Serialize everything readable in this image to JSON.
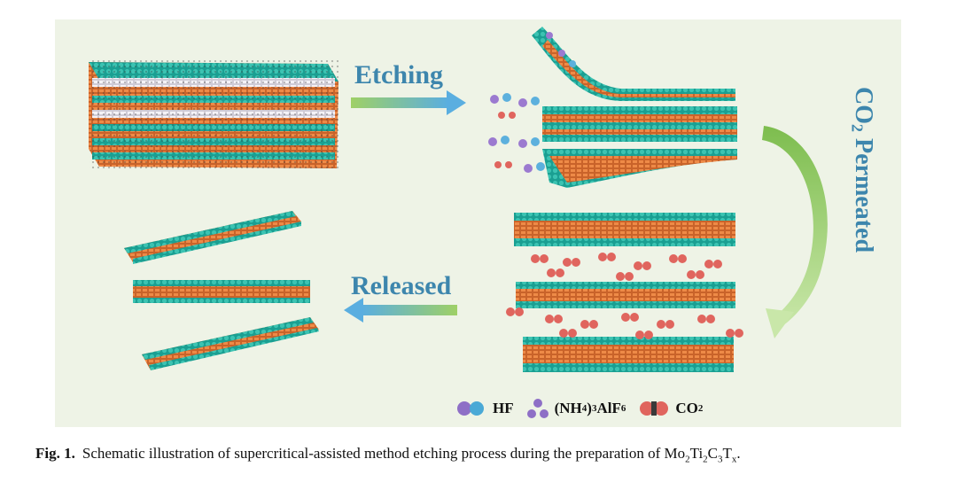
{
  "labels": {
    "etching": "Etching",
    "released": "Released",
    "co2_prefix": "CO",
    "co2_sub": "2",
    "co2_suffix": " Permeated"
  },
  "legend": {
    "hf": "HF",
    "nh4_open": "(NH",
    "nh4_sub": "4",
    "nh4_mid": ")",
    "nh4_sub2": "3",
    "nh4_rest": "AlF",
    "nh4_sub3": "6",
    "co2": "CO",
    "co2_sub": "2"
  },
  "caption": {
    "fig": "Fig. 1.",
    "text": "Schematic illustration of supercritical-assisted method etching process during the preparation of Mo",
    "s1": "2",
    "t1": "Ti",
    "s2": "2",
    "t2": "C",
    "s3": "3",
    "t3": "T",
    "s4": "x",
    "end": "."
  },
  "colors": {
    "panel": "#eef3e6",
    "label": "#3d86ad",
    "teal": "#1fa89a",
    "orange": "#e07b3c",
    "white_layer": "#e9e6ee",
    "hf": "#8e6fc6",
    "hf2": "#4aa9d6",
    "co2": "#e0655e",
    "arrow_green": "#8ec95f",
    "arrow_blue": "#5aaee0"
  }
}
